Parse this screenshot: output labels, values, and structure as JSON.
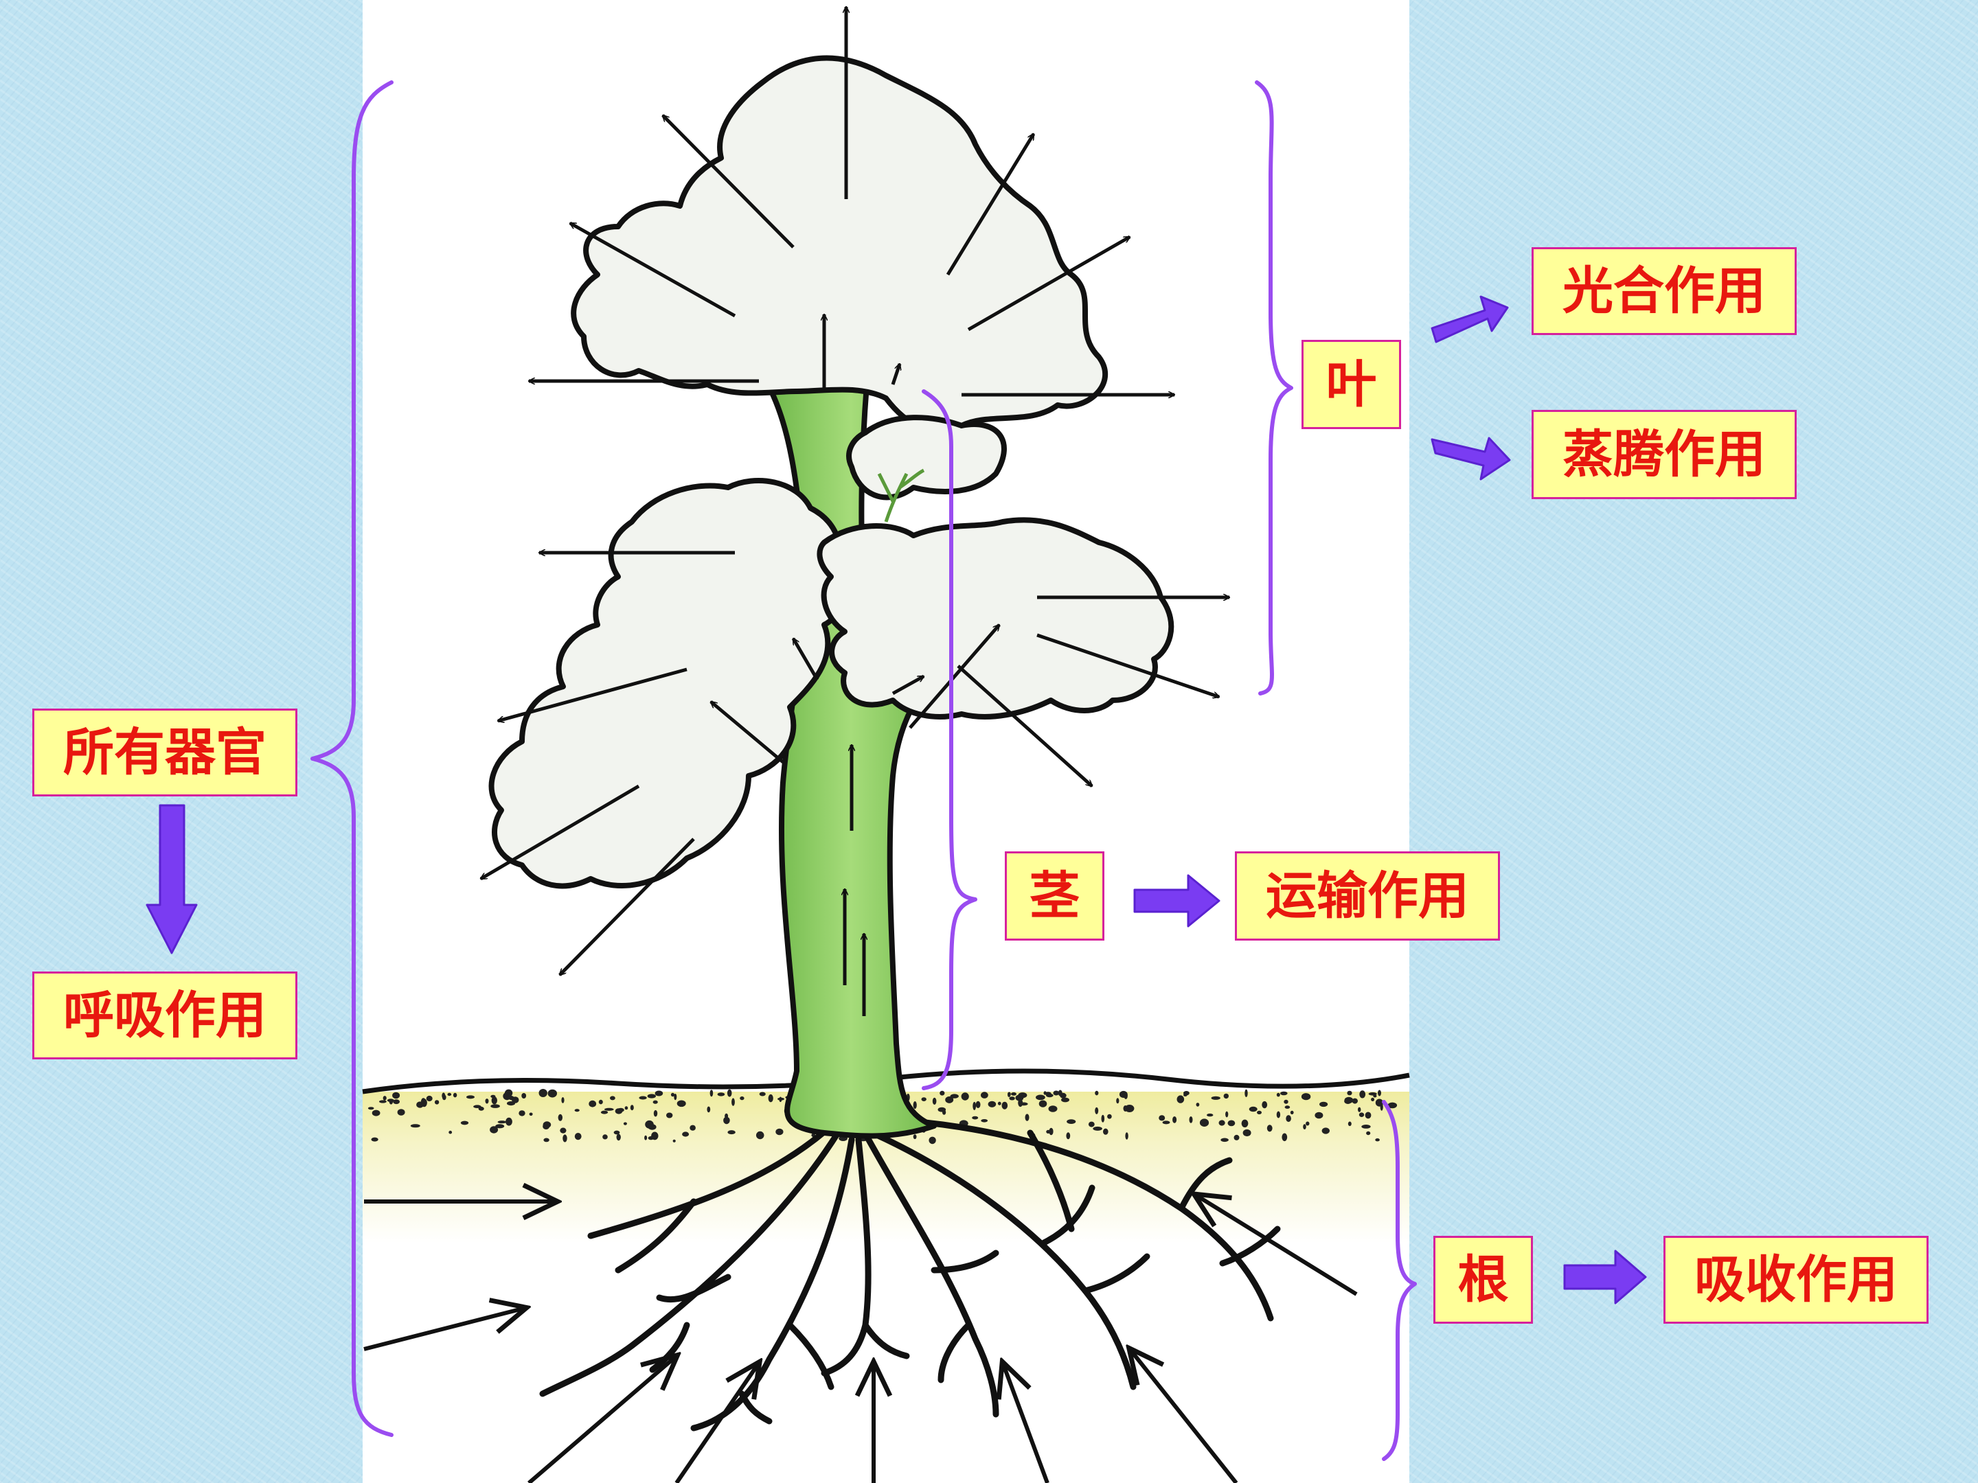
{
  "labels": {
    "all_organs": "所有器官",
    "respiration": "呼吸作用",
    "leaf": "叶",
    "photosynthesis": "光合作用",
    "transpiration": "蒸腾作用",
    "stem": "茎",
    "transport": "运输作用",
    "root": "根",
    "absorption": "吸收作用"
  },
  "colors": {
    "background": "#bfe3f2",
    "panel": "#ffffff",
    "canopy": "#f2f4ef",
    "stem": "#8fcf62",
    "soil": "#f2f0a6",
    "bracket": "#9a4cf0",
    "block_arrow": "#7a3cf2",
    "label_fill": "#ffff99",
    "label_border": "#d6219c",
    "label_text": "#e8170f"
  }
}
